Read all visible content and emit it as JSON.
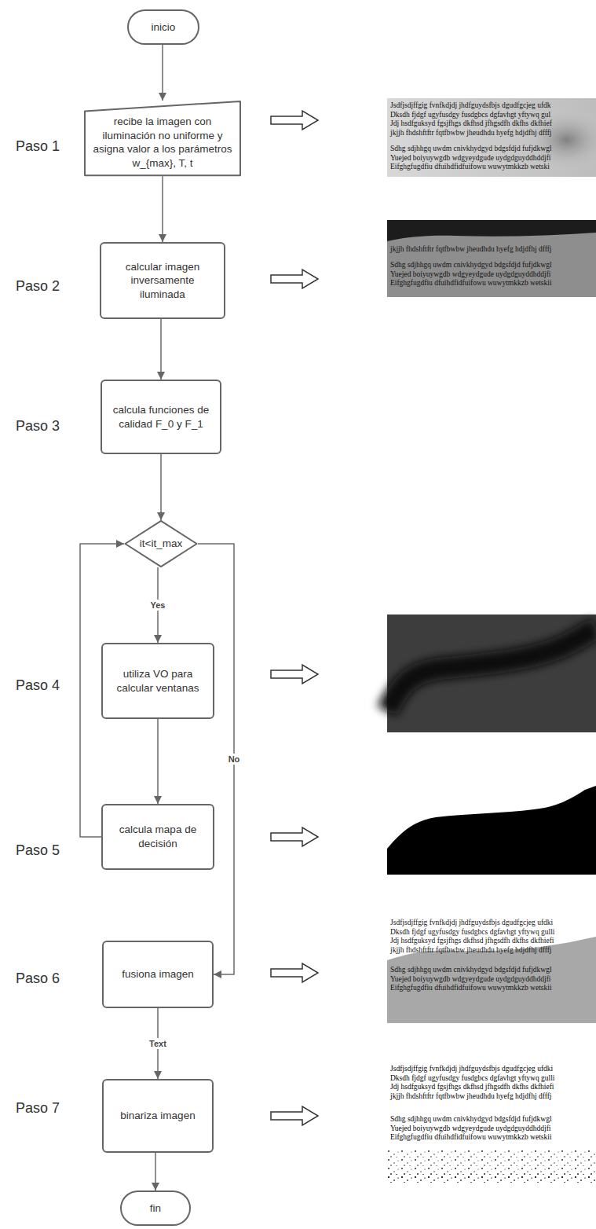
{
  "diagram": {
    "nodes": [
      {
        "text": [
          "inicio"
        ]
      },
      {
        "text": [
          "recibe la imagen con iluminación no uniforme y asigna valor a los parámetros w_{max}, T, t"
        ]
      },
      {
        "text": [
          "calcular imagen inversamente iluminada"
        ]
      },
      {
        "text": [
          "calcula funciones de calidad F_0 y F_1"
        ]
      },
      {
        "text": [
          "it<it_max"
        ]
      },
      {
        "text": [
          "utiliza VO para calcular ventanas"
        ]
      },
      {
        "text": [
          "calcula mapa de decisión"
        ]
      },
      {
        "text": [
          "fusiona imagen"
        ]
      },
      {
        "text": [
          "binariza imagen"
        ]
      },
      {
        "text": [
          "fin"
        ]
      }
    ],
    "edges": [
      {
        "from": 0,
        "to": 1,
        "arrow": "to"
      },
      {
        "from": 1,
        "to": 2,
        "arrow": "to"
      },
      {
        "from": 2,
        "to": 3,
        "arrow": "to"
      },
      {
        "from": 3,
        "to": 4,
        "arrow": "to"
      },
      {
        "from": 4,
        "to": 5,
        "label": "Yes",
        "arrow": "to"
      },
      {
        "from": 5,
        "to": 6,
        "arrow": "to"
      },
      {
        "from": 6,
        "to": 4,
        "arrow": "to"
      },
      {
        "from": 4,
        "to": 7,
        "label": "No",
        "arrow": "to"
      },
      {
        "from": 7,
        "to": 8,
        "label": "Text",
        "arrow": "to"
      },
      {
        "from": 8,
        "to": 9,
        "arrow": "to"
      }
    ],
    "labels": [
      "Paso 1",
      "Jsdfjsdjffgig fvnfkdjdj jhdfguydsfbjs dgudfgcjeg ufdk",
      "Dksdh fjdgf ugyfusdgy fusdgbcs dgfavhgt yftywq gul",
      "Jdj hsdfguksyd fgsjfhgs dkfhsd jfhgsdfh dkfhs dkfhief",
      "jkjjh fhdshftftr fqtfbwbw jheudhdu hyefg hdjdfhj dfffj",
      "Sdhg sdjhhgq uwdm cnivkhydgyd bdgsfdjd fufjdkwgl",
      "Yuejed boiyuywgdb wdgyeydgude uydgdguyddhddjfi",
      "Eifghgfugdfiu dfuihdfidfuifowu wuwytmkkzb wetski",
      "Paso 2",
      "jkjjh fhdshftftr fqtfbwbw jheudhdu hyefg hdjdfhj dfffj",
      "Sdhg sdjhhgq uwdm cnivkhydgyd bdgsfdjd fufjdkwgl",
      "Yuejed boiyuywgdb wdgyeydgude uydgdguyddhddjfi",
      "Eifghgfugdfiu dfuihdfidfuifowu wuwytmkkzb wetskii",
      "Paso 3",
      "Paso 4",
      "Paso 5",
      "Paso 6",
      "Jsdfjsdjffgig fvnfkdjdj jhdfguydsfbjs dgudfgcjeg ufdki",
      "Dksdh fjdgf ugyfusdgy fusdgbcs dgfavhgt yftywq gulli",
      "Jdj hsdfguksyd fgsjfhgs dkfhsd jfhgsdfh dkfhs dkfhiefi",
      "jkjjh fhdshftftr fqtfbwbw jheudhdu hyefg hdjdfhj dfffj",
      "Sdhg sdjhhgq uwdm cnivkhydgyd bdgsfdjd fufjdkwgl",
      "Yuejed boiyuywgdb wdgyeydgude uydgdguyddhddjfi",
      "Eifghgfugdfiu dfuihdfidfuifowu wuwytmkkzb wetskii",
      "Paso 7",
      "Jsdfjsdjffgig fvnfkdjdj jhdfguydsfbjs dgudfgcjeg ufdki",
      "Dksdh fjdgf ugyfusdgy fusdgbcs dgfavhgt yftywq gulli",
      "Jdj hsdfguksyd fgsjfhgs dkfhsd jfhgsdfh dkfhs dkfhiefi",
      "jkjjh fhdshftftr fqtfbwbw jheudhdu hyefg hdjdfhj dfffj",
      "Sdhg sdjhhgq uwdm cnivkhydgyd bdgsfdjd fufjdkwgl",
      "Yuejed boiyuywgdb wdgyeydgude uydgdguyddhddjfi",
      "Eifghgfugdfiu dfuihdfidfuifowu wuwytmkkzb wetskii"
    ]
  }
}
